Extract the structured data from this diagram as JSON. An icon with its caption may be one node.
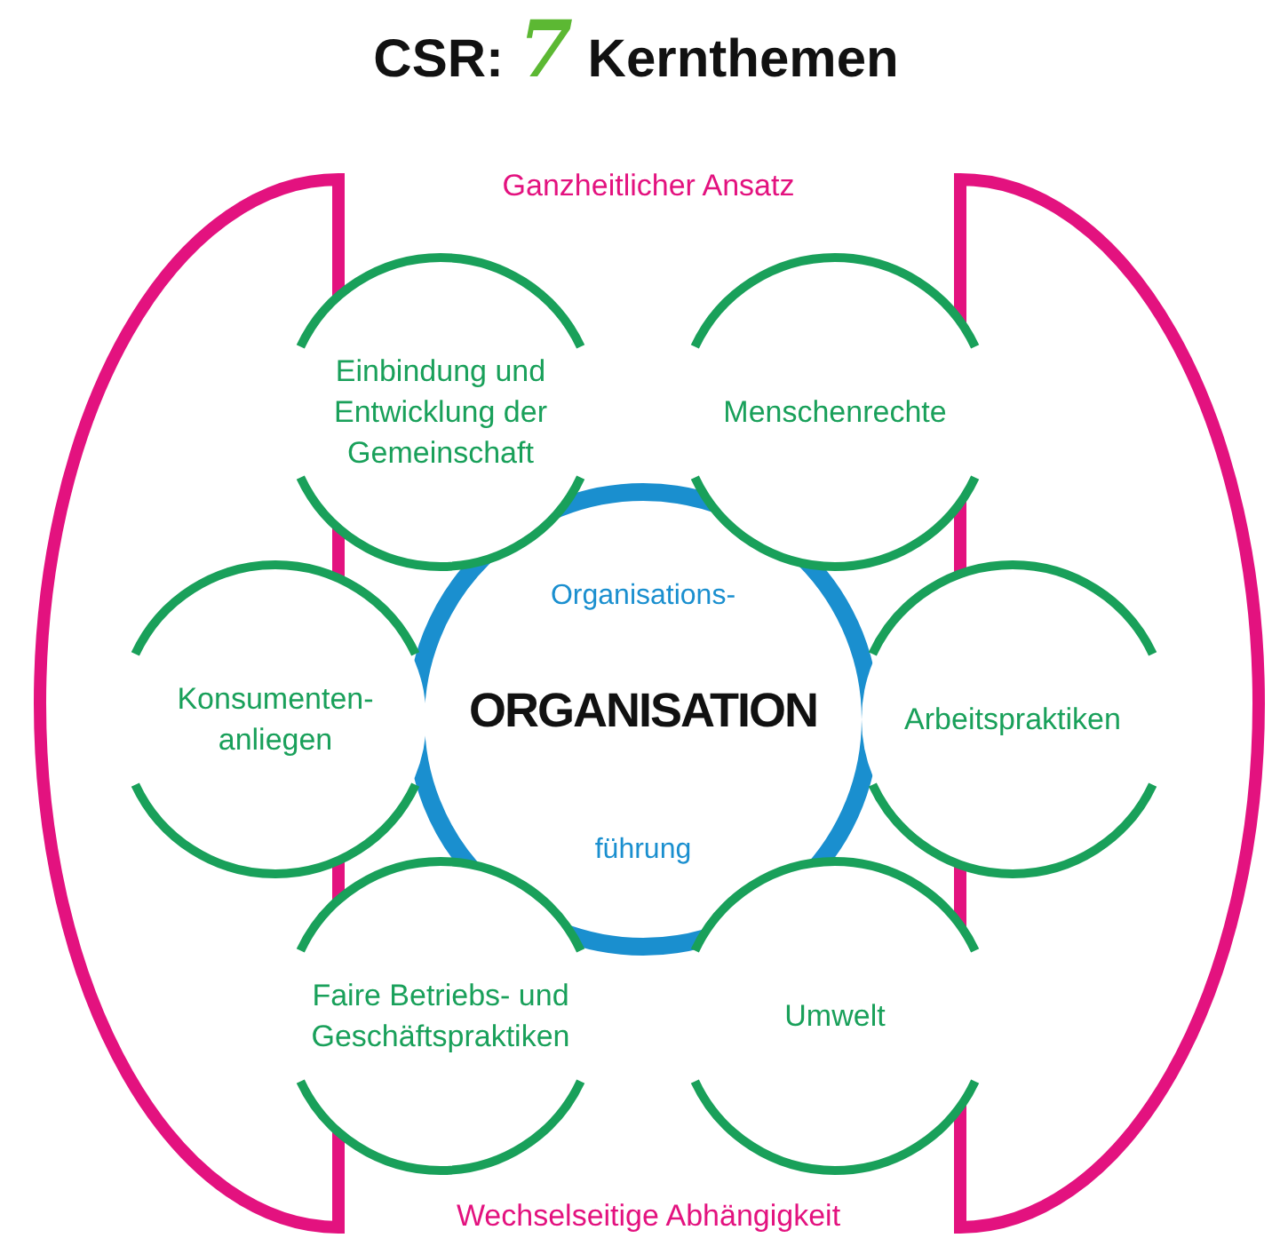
{
  "diagram": {
    "title": "CSR: *7* Kernthemen",
    "nodes": [
      {
        "text": [
          "Ganzheitlicher Ansatz",
          "Wechselseitige Abhängigkeit"
        ]
      },
      {
        "text": [
          "Organisations-",
          "ORGANISATION",
          "führung"
        ],
        "in": 0
      },
      {
        "text": [
          "Einbindung und Entwicklung der Gemeinschaft"
        ],
        "in": 0
      },
      {
        "text": [
          "Menschenrechte"
        ],
        "in": 0
      },
      {
        "text": [
          "Konsumenten- anliegen"
        ],
        "in": 0
      },
      {
        "text": [
          "Arbeitspraktiken"
        ],
        "in": 0
      },
      {
        "text": [
          "Faire Betriebs- und Geschäftspraktiken"
        ],
        "in": 0
      },
      {
        "text": [
          "Umwelt"
        ],
        "in": 0
      }
    ]
  }
}
